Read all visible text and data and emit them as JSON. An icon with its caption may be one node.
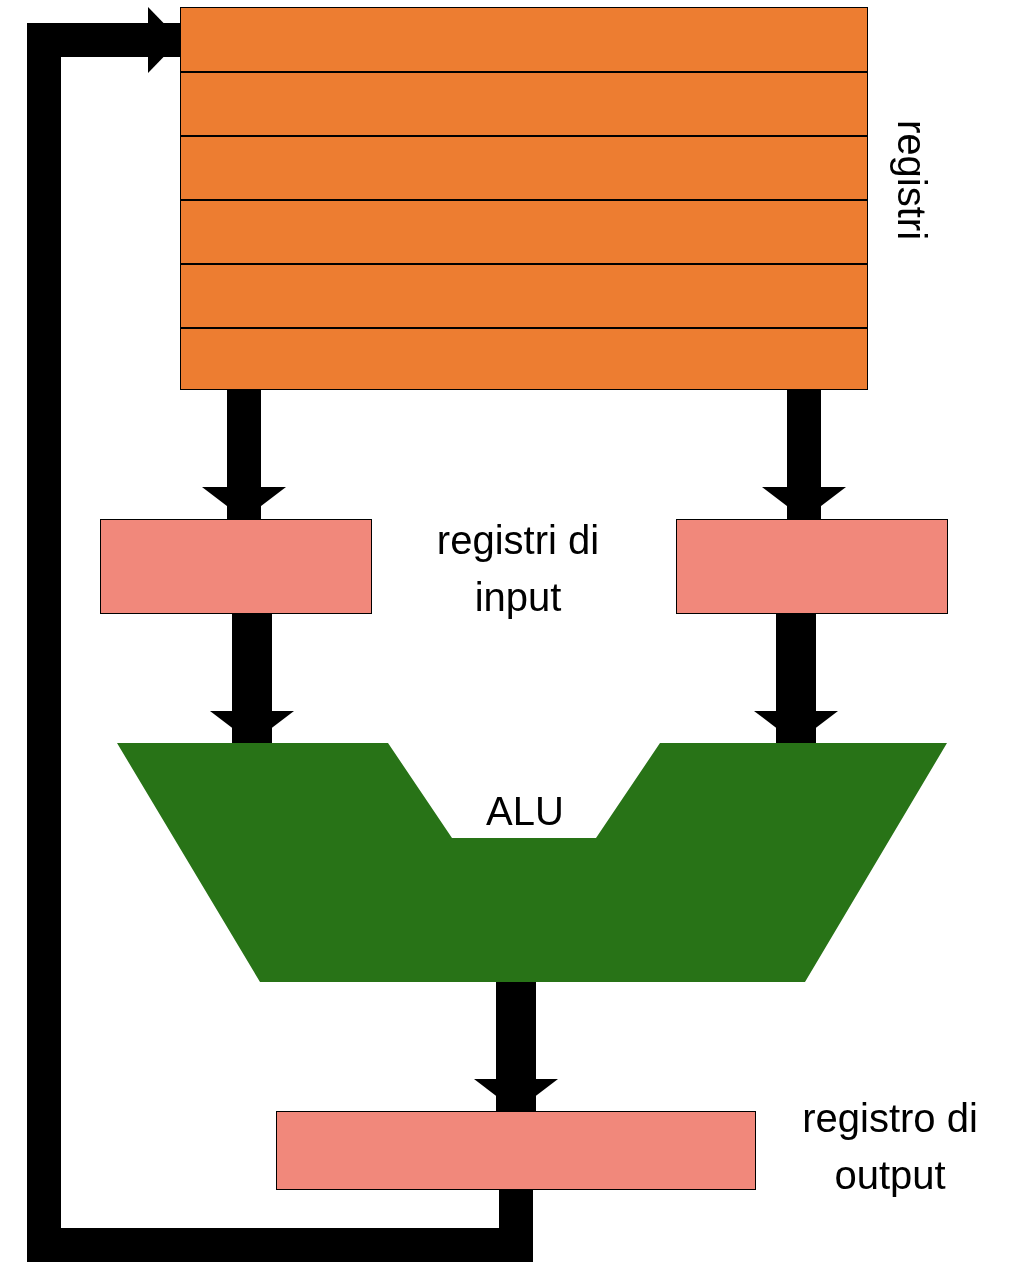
{
  "diagram": {
    "nodes": [
      {
        "text": [],
        "shape": "box",
        "beside": [
          "registri"
        ]
      },
      {
        "text": [],
        "shape": "box"
      },
      {
        "text": [],
        "shape": "box"
      },
      {
        "text": [
          "ALU"
        ]
      },
      {
        "text": [],
        "shape": "box",
        "beside": [
          "registro di output"
        ]
      }
    ],
    "edges": [
      {
        "from": 0,
        "to": 1,
        "arrow": "to"
      },
      {
        "from": 0,
        "to": 2,
        "arrow": "to"
      },
      {
        "from": 1,
        "to": 3,
        "arrow": "to"
      },
      {
        "from": 2,
        "to": 3,
        "arrow": "to"
      },
      {
        "from": 3,
        "to": 4,
        "arrow": "to"
      },
      {
        "from": 4,
        "to": 0,
        "arrow": "to"
      }
    ],
    "labels": [
      "registri di input"
    ]
  }
}
